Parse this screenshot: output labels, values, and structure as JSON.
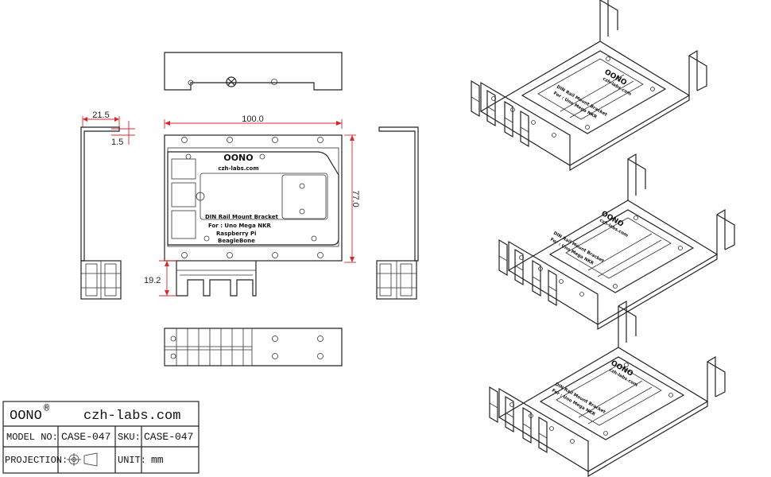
{
  "dimensions": {
    "width_label": "100.0",
    "height_label": "77.0",
    "side_width_label": "21.5",
    "side_thickness_label": "1.5",
    "rail_height_label": "19.2"
  },
  "board": {
    "brand": "OONO",
    "website": "czh-labs.com",
    "line1": "DIN Rail Mount Bracket",
    "line2": "For : Uno Mega NKR",
    "line3": "Raspberry Pi",
    "line4": "BeagleBone"
  },
  "iso_board": {
    "brand": "OONO",
    "website": "czh-labs.com",
    "line1": "DIN Rail Mount Bracket",
    "line2": "For : Uno Mega NKR"
  },
  "title_block": {
    "brand": "OONO",
    "registered": "®",
    "website": "czh-labs.com",
    "model_label": "MODEL NO:",
    "model_value": "CASE-047",
    "sku_label": "SKU:",
    "sku_value": "CASE-047",
    "projection_label": "PROJECTION:",
    "unit_label": "UNIT:",
    "unit_value": "mm"
  }
}
